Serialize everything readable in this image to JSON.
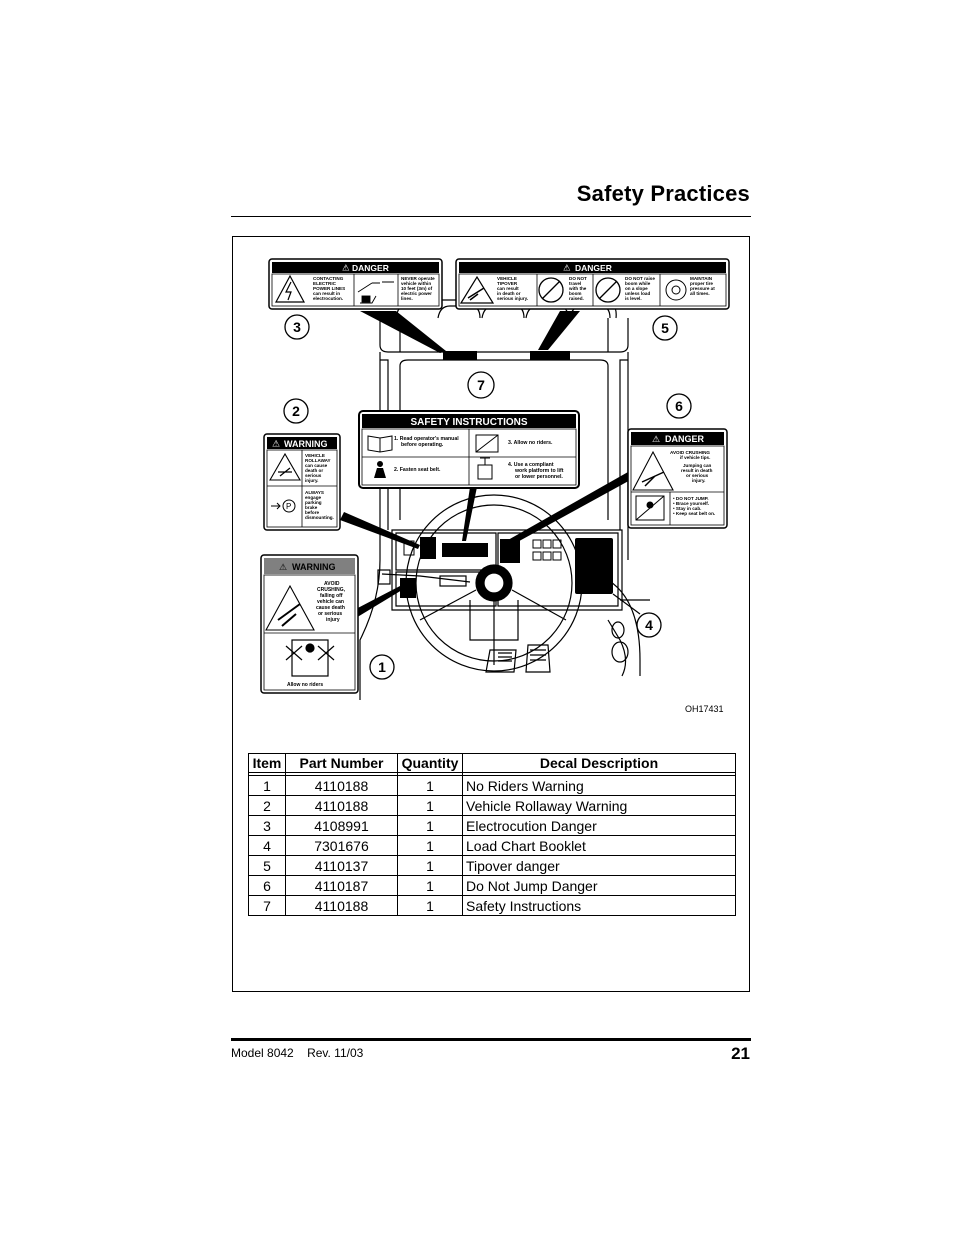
{
  "header": {
    "title": "Safety Practices"
  },
  "figure": {
    "figure_id": "OH17431",
    "callouts": [
      "1",
      "2",
      "3",
      "4",
      "5",
      "6",
      "7"
    ],
    "decals": {
      "electrocution": {
        "header": "DANGER",
        "text1": [
          "CONTACTING",
          "ELECTRIC",
          "POWER LINES",
          "can result in",
          "electrocution."
        ],
        "text2": [
          "NEVER operate",
          "vehicle within",
          "10 feet (3m) of",
          "electric power",
          "lines."
        ]
      },
      "tipover": {
        "header": "DANGER",
        "text1": [
          "VEHICLE",
          "TIPOVER",
          "can result",
          "in death or",
          "serious injury."
        ],
        "text2": [
          "DO NOT",
          "travel",
          "with the",
          "boom",
          "raised."
        ],
        "text3": [
          "DO NOT raise",
          "boom while",
          "on a slope",
          "unless load",
          "is level."
        ],
        "text4": [
          "MAINTAIN",
          "proper tire",
          "pressure at",
          "all times."
        ]
      },
      "rollaway": {
        "header": "WARNING",
        "text1": [
          "VEHICLE",
          "ROLLAWAY",
          "can cause",
          "death or",
          "serious",
          "injury."
        ],
        "text2": [
          "ALWAYS",
          "engage",
          "parking",
          "brake",
          "before",
          "dismounting."
        ]
      },
      "safety_instructions": {
        "header": "SAFETY INSTRUCTIONS",
        "item1": [
          "1. Read operator's manual",
          "before operating."
        ],
        "item2": "2. Fasten seat belt.",
        "item3": "3. Allow no riders.",
        "item4": [
          "4. Use a compliant",
          "work platform to lift",
          "or lower personnel."
        ]
      },
      "do_not_jump": {
        "header": "DANGER",
        "text1": [
          "AVOID CRUSHING",
          "if vehicle tips.",
          "Jumping can",
          "result in death",
          "or serious",
          "injury."
        ],
        "text2": [
          "• DO NOT JUMP.",
          "• Brace yourself.",
          "• Stay in cab.",
          "• Keep seat belt on."
        ]
      },
      "no_riders": {
        "header": "WARNING",
        "text1": [
          "AVOID",
          "CRUSHING,",
          "falling off",
          "vehicle can",
          "cause death",
          "or serious",
          "injury"
        ],
        "caption": "Allow no riders"
      }
    }
  },
  "table": {
    "headers": [
      "Item",
      "Part Number",
      "Quantity",
      "Decal Description"
    ],
    "rows": [
      [
        "1",
        "4110188",
        "1",
        "No Riders Warning"
      ],
      [
        "2",
        "4110188",
        "1",
        "Vehicle Rollaway Warning"
      ],
      [
        "3",
        "4108991",
        "1",
        "Electrocution Danger"
      ],
      [
        "4",
        "7301676",
        "1",
        "Load Chart Booklet"
      ],
      [
        "5",
        "4110137",
        "1",
        "Tipover danger"
      ],
      [
        "6",
        "4110187",
        "1",
        "Do Not Jump Danger"
      ],
      [
        "7",
        "4110188",
        "1",
        "Safety Instructions"
      ]
    ]
  },
  "footer": {
    "model": "Model  8042",
    "revision": "Rev.  11/03",
    "page_number": "21"
  }
}
